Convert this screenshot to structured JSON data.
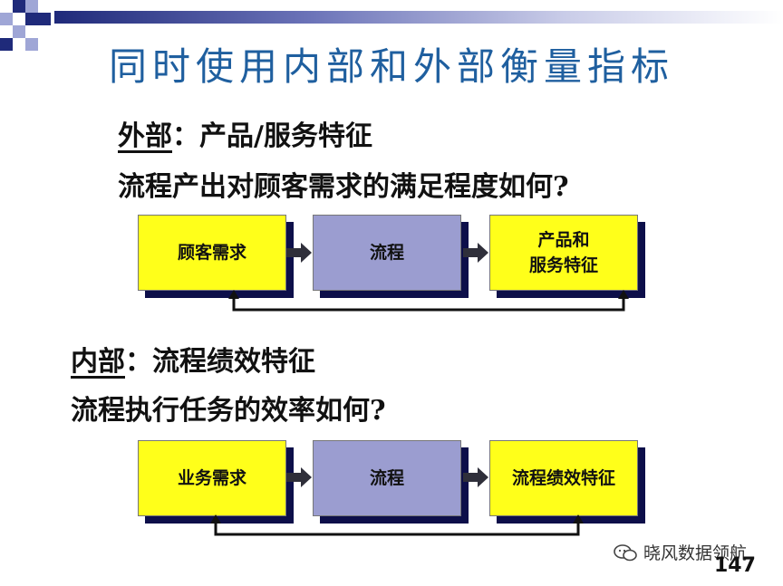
{
  "title": "同时使用内部和外部衡量指标",
  "external": {
    "label": "外部",
    "colon": "：",
    "rest": "产品/服务特征",
    "question": "流程产出对顾客需求的满足程度如何?",
    "boxes": [
      "顾客需求",
      "流程",
      "产品和\n服务特征"
    ]
  },
  "internal": {
    "label": "内部",
    "colon": "：",
    "rest": "流程绩效特征",
    "question": "流程执行任务的效率如何?",
    "boxes": [
      "业务需求",
      "流程",
      "流程绩效特征"
    ]
  },
  "colors": {
    "title": "#1f5f9f",
    "box_yellow": "#ffff1a",
    "box_purple": "#9b9dd0",
    "shadow": "#0d0f4a"
  },
  "watermark": "晓风数据领航",
  "page_number": "147"
}
